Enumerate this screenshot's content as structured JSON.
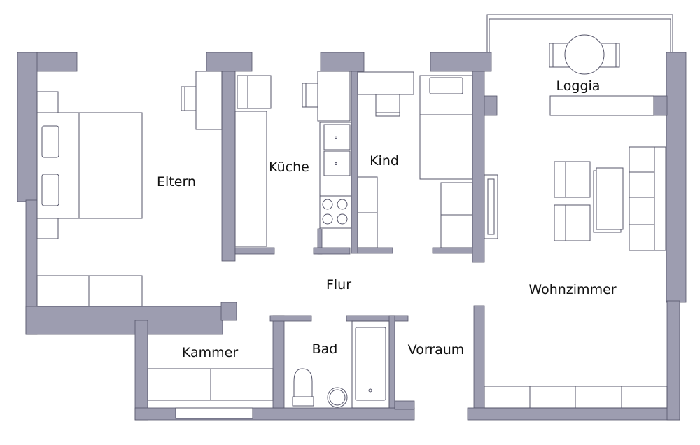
{
  "title": "Floor plan",
  "colors": {
    "wall": "#9d9db0",
    "outline": "#55556a",
    "background": "#ffffff"
  },
  "rooms": {
    "eltern": "Eltern",
    "kueche": "Küche",
    "kind": "Kind",
    "loggia": "Loggia",
    "flur": "Flur",
    "wohnzimmer": "Wohnzimmer",
    "kammer": "Kammer",
    "bad": "Bad",
    "vorraum": "Vorraum"
  }
}
